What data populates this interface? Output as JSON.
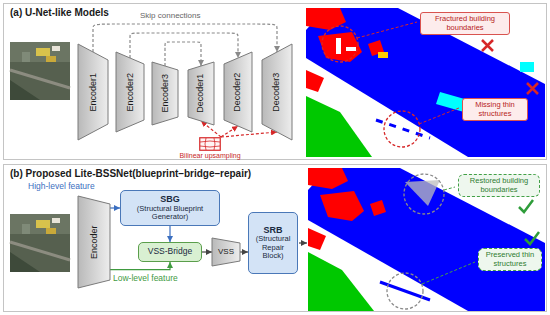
{
  "diagram": {
    "nodes": [
      {
        "text": [
          "(a) U-Net-like Models"
        ]
      },
      {
        "text": [
          "Encoder1"
        ],
        "in": 0
      },
      {
        "text": [
          "Encoder2"
        ],
        "in": 0
      },
      {
        "text": [
          "Encoder3"
        ],
        "in": 0
      },
      {
        "text": [
          "Decoder1"
        ],
        "in": 0
      },
      {
        "text": [
          "Decoder2"
        ],
        "in": 0
      },
      {
        "text": [
          "Decoder3"
        ],
        "in": 0
      },
      {
        "text": [
          "Bilinear upsampling"
        ],
        "in": 0
      },
      {
        "text": [
          "Fractured building boundaries"
        ],
        "in": 0
      },
      {
        "text": [
          "Missing thin structures"
        ],
        "in": 0
      },
      {
        "text": [
          "(b) Proposed Lite-BSSNet(blueprint–bridge–repair)"
        ]
      },
      {
        "text": [
          "Encoder"
        ],
        "in": 10
      },
      {
        "text": [
          "SBG",
          "(Structural Blueprint Generator)"
        ],
        "in": 10
      },
      {
        "text": [
          "VSS-Bridge"
        ],
        "in": 10
      },
      {
        "text": [
          "VSS"
        ],
        "in": 10
      },
      {
        "text": [
          "SRB",
          "(Structural Repair Block)"
        ],
        "in": 10
      },
      {
        "text": [
          "Restored building boundaries"
        ],
        "in": 10
      },
      {
        "text": [
          "Preserved thin structures"
        ],
        "in": 10
      }
    ],
    "edges": [
      {
        "from": 1,
        "to": 6,
        "arrow": "to"
      },
      {
        "from": 2,
        "to": 5,
        "arrow": "to"
      },
      {
        "from": 3,
        "to": 4,
        "arrow": "to"
      },
      {
        "from": 7,
        "to": 4,
        "arrow": "to"
      },
      {
        "from": 7,
        "to": 5,
        "arrow": "to"
      },
      {
        "from": 7,
        "to": 6,
        "arrow": "to"
      },
      {
        "from": 11,
        "to": 12,
        "arrow": "to"
      },
      {
        "from": 11,
        "to": 13,
        "arrow": "to"
      },
      {
        "from": 12,
        "to": 13,
        "arrow": "to"
      },
      {
        "from": 13,
        "to": 14,
        "arrow": "to"
      },
      {
        "from": 14,
        "to": 15,
        "arrow": "to"
      }
    ],
    "labels": [
      "Skip connections",
      "High-level feature",
      "Low-level feature"
    ]
  }
}
